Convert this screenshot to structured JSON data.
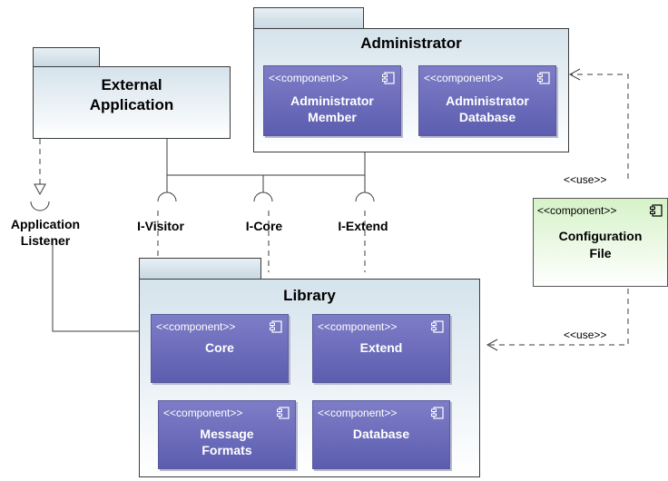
{
  "packages": {
    "administrator": {
      "title": "Administrator"
    },
    "external": {
      "title_line1": "External",
      "title_line2": "Application"
    },
    "library": {
      "title": "Library"
    }
  },
  "components": {
    "admin_member": {
      "stereotype": "<<component>>",
      "line1": "Administrator",
      "line2": "Member"
    },
    "admin_database": {
      "stereotype": "<<component>>",
      "line1": "Administrator",
      "line2": "Database"
    },
    "config_file": {
      "stereotype": "<<component>>",
      "line1": "Configuration",
      "line2": "File"
    },
    "core": {
      "stereotype": "<<component>>",
      "line1": "Core"
    },
    "extend": {
      "stereotype": "<<component>>",
      "line1": "Extend"
    },
    "message_formats": {
      "stereotype": "<<component>>",
      "line1": "Message",
      "line2": "Formats"
    },
    "database": {
      "stereotype": "<<component>>",
      "line1": "Database"
    }
  },
  "interfaces": {
    "app_listener": {
      "line1": "Application",
      "line2": "Listener"
    },
    "i_visitor": "I-Visitor",
    "i_core": "I-Core",
    "i_extend": "I-Extend"
  },
  "dependencies": {
    "use_top": "<<use>>",
    "use_bottom": "<<use>>"
  },
  "colors": {
    "component_fill": "#6b6bbb",
    "config_fill": "#d6f2c8",
    "package_fill": "#d5e3ec"
  },
  "icons": [
    "component-icon"
  ]
}
